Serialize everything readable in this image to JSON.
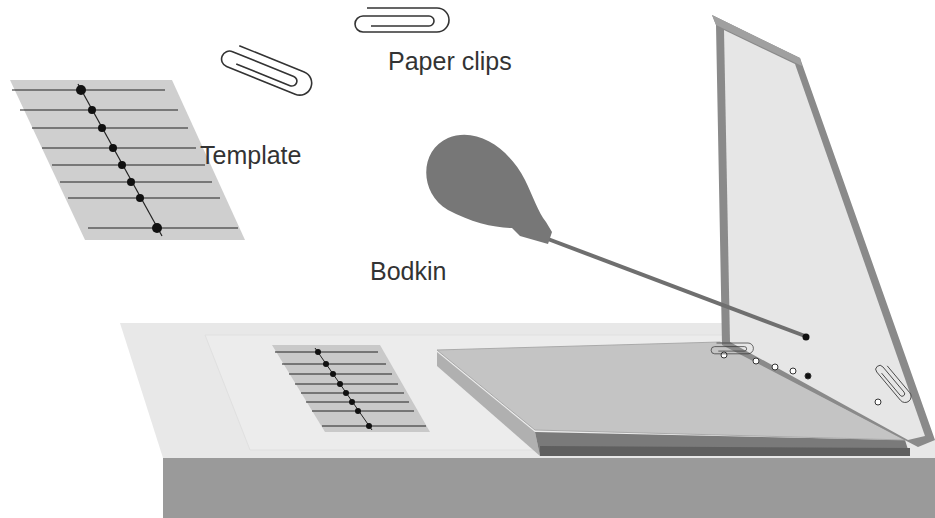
{
  "diagram": {
    "labels": [
      "Paper clips",
      "Template",
      "Bodkin"
    ]
  }
}
